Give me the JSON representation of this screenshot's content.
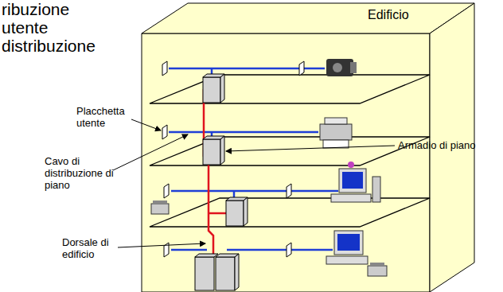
{
  "diagram": {
    "labels": [
      "ribuzione",
      "utente",
      "distribuzione",
      "Edificio",
      "Placchetta utente",
      "Armadio di piano",
      "Cavo di distribuzione di piano",
      "Dorsale di edificio"
    ]
  }
}
